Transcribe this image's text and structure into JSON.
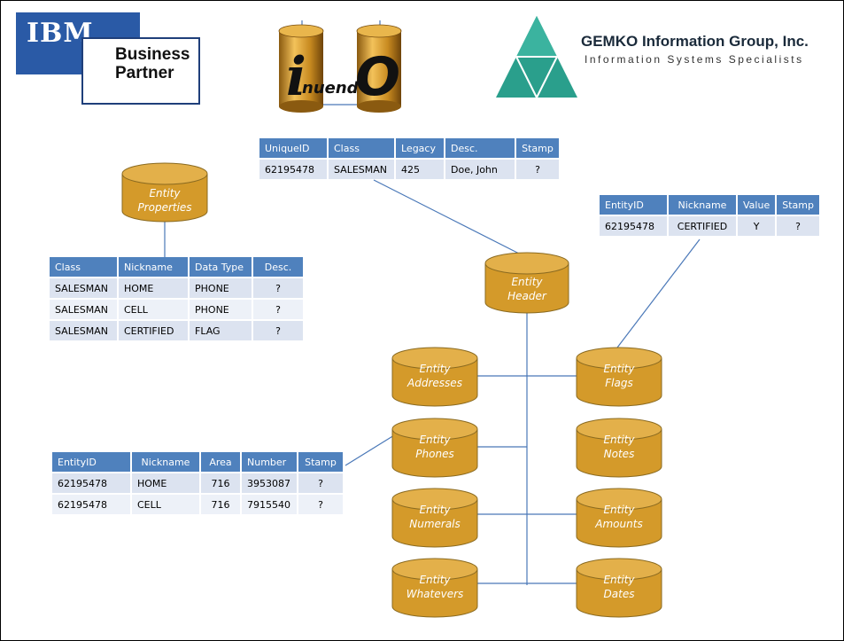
{
  "logos": {
    "ibm": "IBM",
    "business_partner": [
      "Business",
      "Partner"
    ],
    "inuendo": {
      "letter_i": "i",
      "middle": "nuend",
      "letter_o": "O"
    },
    "gemko_title": "GEMKO Information Group, Inc.",
    "gemko_subtitle": "Information Systems Specialists"
  },
  "header_table": {
    "columns": [
      "UniqueID",
      "Class",
      "Legacy",
      "Desc.",
      "Stamp"
    ],
    "rows": [
      [
        "62195478",
        "SALESMAN",
        "425",
        "Doe, John",
        "?"
      ]
    ]
  },
  "flags_table": {
    "columns": [
      "EntityID",
      "Nickname",
      "Value",
      "Stamp"
    ],
    "rows": [
      [
        "62195478",
        "CERTIFIED",
        "Y",
        "?"
      ]
    ]
  },
  "properties_table": {
    "columns": [
      "Class",
      "Nickname",
      "Data Type",
      "Desc."
    ],
    "rows": [
      [
        "SALESMAN",
        "HOME",
        "PHONE",
        "?"
      ],
      [
        "SALESMAN",
        "CELL",
        "PHONE",
        "?"
      ],
      [
        "SALESMAN",
        "CERTIFIED",
        "FLAG",
        "?"
      ]
    ]
  },
  "phones_table": {
    "columns": [
      "EntityID",
      "Nickname",
      "Area",
      "Number",
      "Stamp"
    ],
    "rows": [
      [
        "62195478",
        "HOME",
        "716",
        "3953087",
        "?"
      ],
      [
        "62195478",
        "CELL",
        "716",
        "7915540",
        "?"
      ]
    ]
  },
  "cylinders": {
    "properties": [
      "Entity",
      "Properties"
    ],
    "header": [
      "Entity",
      "Header"
    ],
    "addresses": [
      "Entity",
      "Addresses"
    ],
    "flags": [
      "Entity",
      "Flags"
    ],
    "phones": [
      "Entity",
      "Phones"
    ],
    "notes": [
      "Entity",
      "Notes"
    ],
    "numerals": [
      "Entity",
      "Numerals"
    ],
    "amounts": [
      "Entity",
      "Amounts"
    ],
    "whatevers": [
      "Entity",
      "Whatevers"
    ],
    "dates": [
      "Entity",
      "Dates"
    ]
  },
  "colors": {
    "cylinder_fill": "#d49a2a",
    "cylinder_top": "#e3b04a",
    "table_header": "#4f81bd",
    "table_row": "#dce3f0",
    "connector": "#4a78b8"
  }
}
